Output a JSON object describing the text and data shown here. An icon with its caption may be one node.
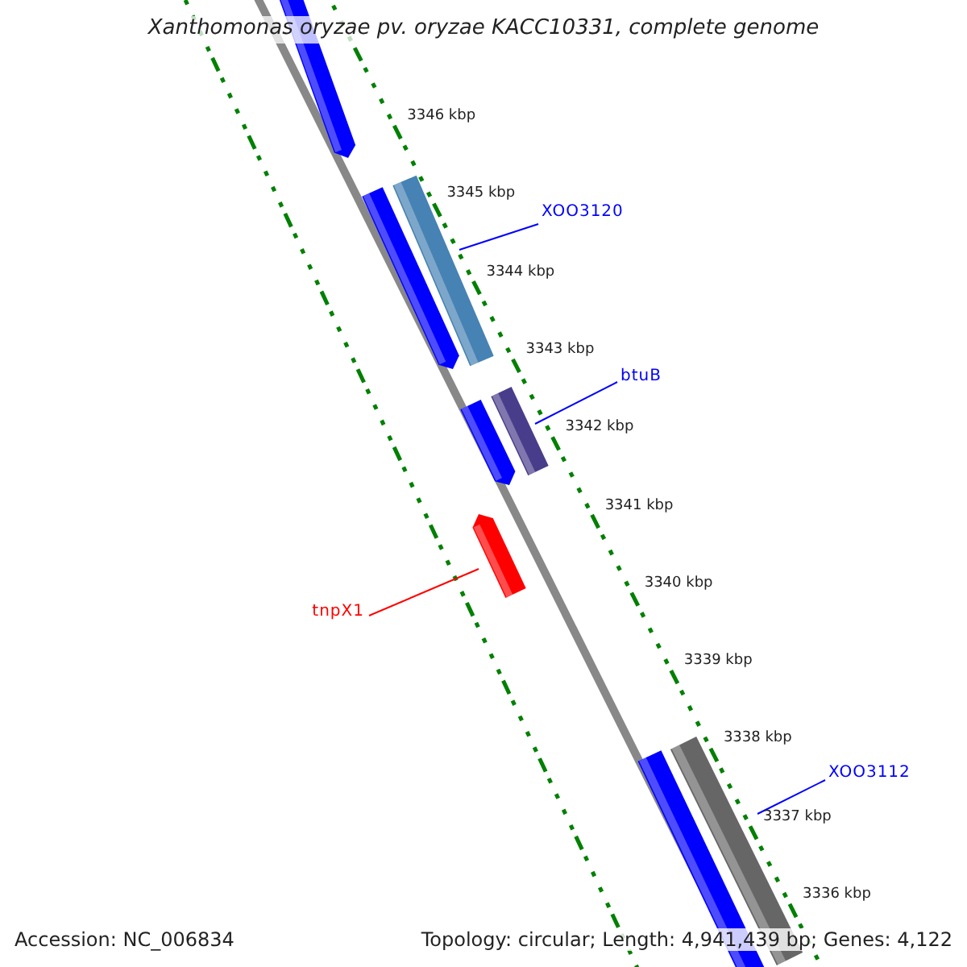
{
  "diagram": {
    "title": "Xanthomonas oryzae pv. oryzae KACC10331, complete genome",
    "nodes": [
      {
        "text": [
          "XOO3120"
        ]
      },
      {
        "text": [],
        "shape": "bar"
      },
      {
        "text": [
          "btuB"
        ]
      },
      {
        "text": [],
        "shape": "bar"
      },
      {
        "text": [
          "tnpX1"
        ]
      },
      {
        "text": [],
        "shape": "bar"
      },
      {
        "text": [
          "XOO3112"
        ]
      },
      {
        "text": [],
        "shape": "bar"
      }
    ],
    "edges": [
      {
        "from": 0,
        "to": 1,
        "arrow": "none"
      },
      {
        "from": 2,
        "to": 3,
        "arrow": "none"
      },
      {
        "from": 4,
        "to": 5,
        "arrow": "none",
        "color": "#ff0000"
      },
      {
        "from": 6,
        "to": 7,
        "arrow": "none"
      }
    ],
    "labels": [
      "3346 kbp",
      "3345 kbp",
      "3344 kbp",
      "3343 kbp",
      "3342 kbp",
      "3341 kbp",
      "3340 kbp",
      "3339 kbp",
      "3338 kbp",
      "3337 kbp",
      "3336 kbp",
      "Accession: NC_006834",
      "Topology: circular; Length: 4,941,439 bp; Genes: 4,122"
    ]
  }
}
